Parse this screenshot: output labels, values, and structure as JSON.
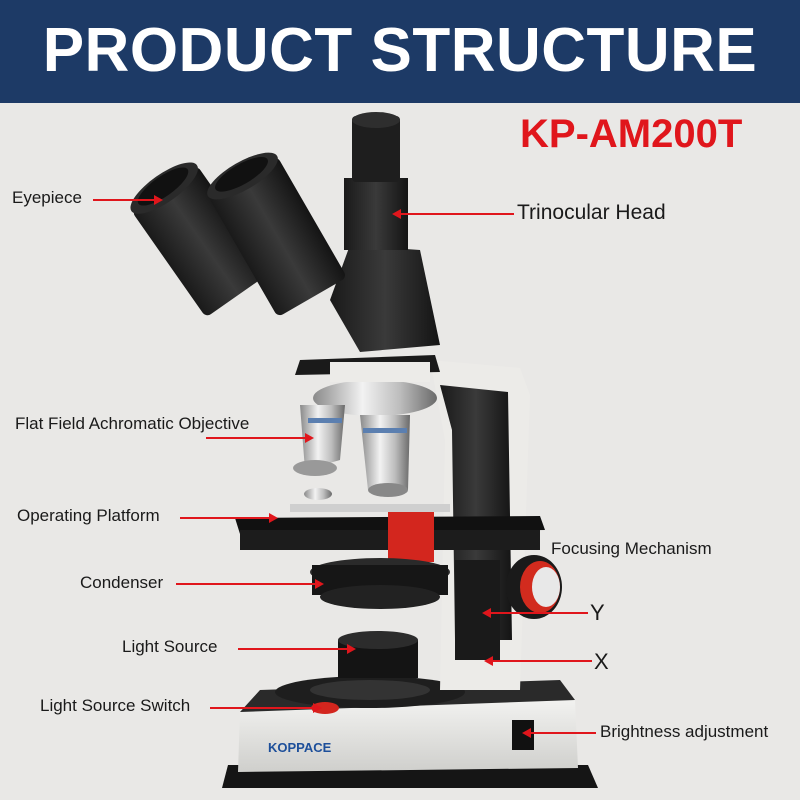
{
  "banner": {
    "title": "PRODUCT STRUCTURE"
  },
  "model": "KP-AM200T",
  "labels": {
    "eyepiece": "Eyepiece",
    "trinocular_head": "Trinocular Head",
    "objective": "Flat Field Achromatic Objective",
    "operating_platform": "Operating Platform",
    "focusing_mechanism": "Focusing Mechanism",
    "condenser": "Condenser",
    "y": "Y",
    "light_source": "Light Source",
    "x": "X",
    "light_source_switch": "Light Source Switch",
    "brightness_adjustment": "Brightness adjustment"
  },
  "brand_logo": "KOPPACE",
  "colors": {
    "banner": "#1d3a66",
    "accent": "#e0161c",
    "background": "#e9e8e6"
  }
}
